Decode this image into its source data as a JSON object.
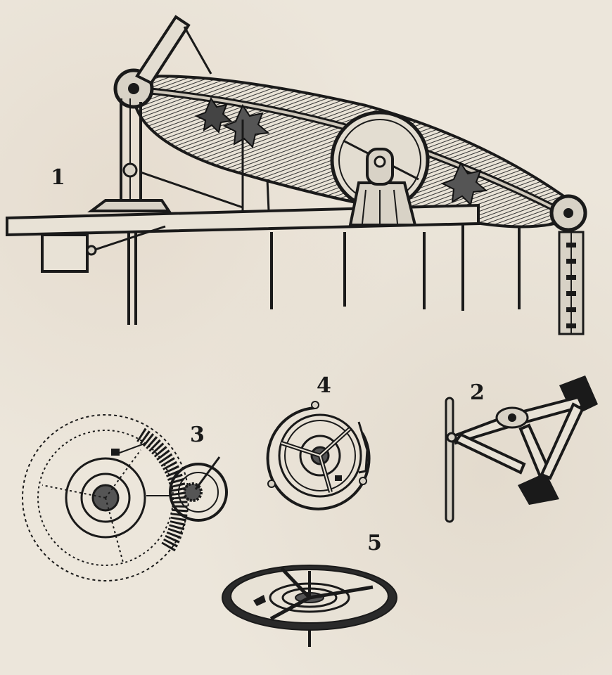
{
  "figures": [
    {
      "id": "fig-1",
      "label": "1"
    },
    {
      "id": "fig-2",
      "label": "2"
    },
    {
      "id": "fig-3",
      "label": "3"
    },
    {
      "id": "fig-4",
      "label": "4"
    },
    {
      "id": "fig-5",
      "label": "5"
    }
  ],
  "colors": {
    "paper": "#ece6db",
    "ink": "#1a1a1a",
    "hatch": "#555555"
  }
}
